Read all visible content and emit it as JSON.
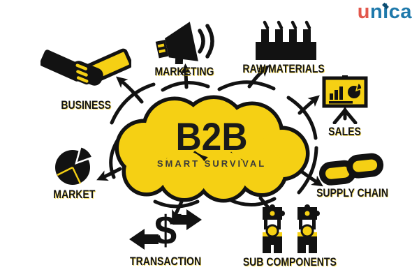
{
  "logo": {
    "letter_u": "u",
    "letter_n": "n",
    "letter_i": "i",
    "letters_ca": "ca"
  },
  "cloud": {
    "title": "B2B",
    "subtitle": "SMART SURVIVAL"
  },
  "nodes": [
    {
      "id": "business",
      "label": "BUSINESS",
      "icon": "handshake-icon"
    },
    {
      "id": "marketing",
      "label": "MARKETING",
      "icon": "megaphone-icon"
    },
    {
      "id": "raw-materials",
      "label": "RAW MATERIALS",
      "icon": "factory-icon"
    },
    {
      "id": "sales",
      "label": "SALES",
      "icon": "presentation-chart-icon"
    },
    {
      "id": "supply-chain",
      "label": "SUPPLY CHAIN",
      "icon": "chain-links-icon"
    },
    {
      "id": "sub-components",
      "label": "SUB COMPONENTS",
      "icon": "workers-puzzle-icon"
    },
    {
      "id": "transaction",
      "label": "TRANSACTION",
      "icon": "dollar-exchange-icon"
    },
    {
      "id": "market",
      "label": "MARKET",
      "icon": "pie-chart-icon"
    }
  ],
  "icons": {
    "dollar_symbol": "$"
  },
  "colors": {
    "yellow": "#F5D014",
    "black": "#121212",
    "logo_red": "#E2574C",
    "logo_blue": "#1E79AB",
    "background": "#FFFFFF"
  }
}
